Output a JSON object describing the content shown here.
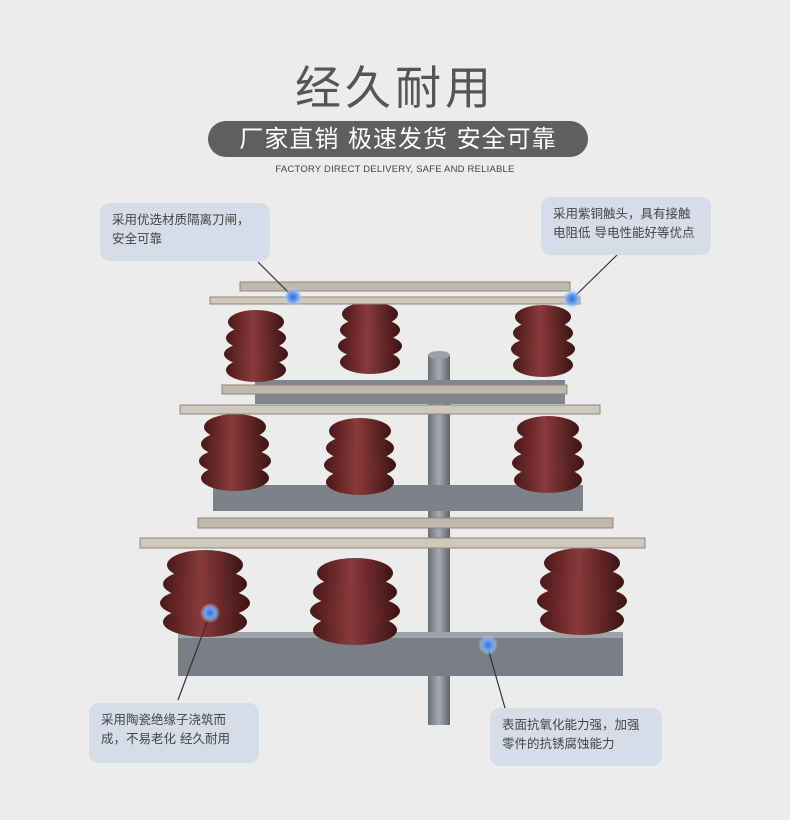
{
  "title": "经久耐用",
  "banner": "厂家直销  极速发货  安全可靠",
  "subtitle": "FACTORY DIRECT DELIVERY, SAFE AND RELIABLE",
  "callouts": {
    "top_left": "采用优选材质隔离刀闸，安全可靠",
    "top_right": "采用紫铜触头，具有接触电阻低 导电性能好等优点",
    "bottom_left": "采用陶瓷绝缘子浇筑而成，不易老化 经久耐用",
    "bottom_right": "表面抗氧化能力强，加强零件的抗锈腐蚀能力"
  },
  "colors": {
    "background": "#ececec",
    "banner": "#5f5f5f",
    "callout": "#d6dde8",
    "porcelain": "#6b2a2a",
    "frame": "#7d8288",
    "marker": "#2f6fe0"
  }
}
